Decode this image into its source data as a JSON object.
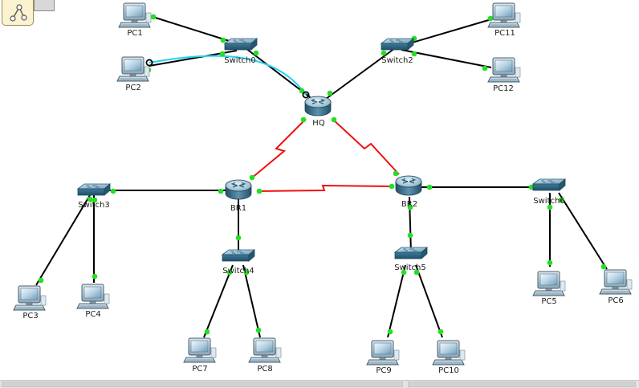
{
  "devices": {
    "pc1": {
      "label": "PC1"
    },
    "pc2": {
      "label": "PC2"
    },
    "pc3": {
      "label": "PC3"
    },
    "pc4": {
      "label": "PC4"
    },
    "pc5": {
      "label": "PC5"
    },
    "pc6": {
      "label": "PC6"
    },
    "pc7": {
      "label": "PC7"
    },
    "pc8": {
      "label": "PC8"
    },
    "pc9": {
      "label": "PC9"
    },
    "pc10": {
      "label": "PC10"
    },
    "pc11": {
      "label": "PC11"
    },
    "pc12": {
      "label": "PC12"
    },
    "switch0": {
      "label": "Switch0"
    },
    "switch2": {
      "label": "Switch2"
    },
    "switch3": {
      "label": "Switch3"
    },
    "switch4": {
      "label": "Switch4"
    },
    "switch5": {
      "label": "Switch5"
    },
    "switch6": {
      "label": "Switch6"
    },
    "hq": {
      "label": "HQ"
    },
    "br1": {
      "label": "BR1"
    },
    "br2": {
      "label": "BR2"
    }
  },
  "colors": {
    "ethernet_link": "#000000",
    "serial_link": "#ee1111",
    "console_link": "#22d3f0",
    "link_up_indicator": "#22e022"
  },
  "toolbar": {
    "icon": "topology-tool-icon"
  }
}
